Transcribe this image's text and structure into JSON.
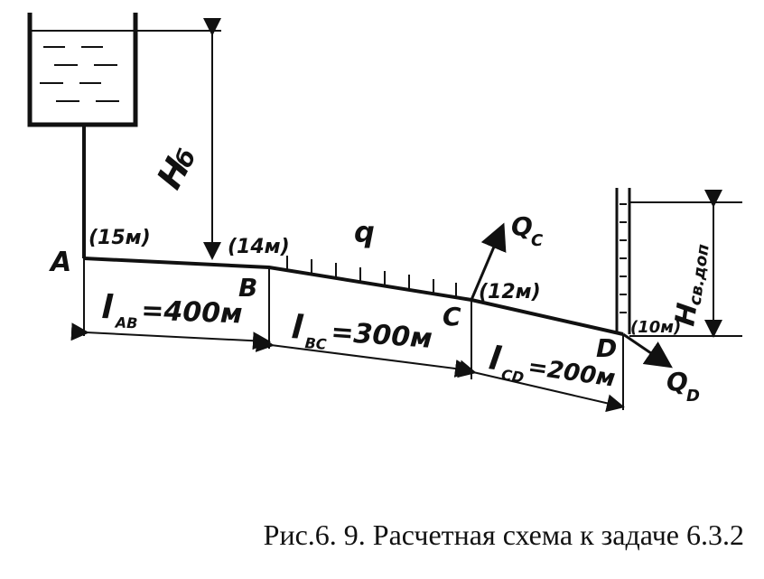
{
  "caption": "Рис.6. 9.   Расчетная схема к задаче 6.3.2",
  "points": {
    "A": {
      "label": "A",
      "elevation": "(15м)"
    },
    "B": {
      "label": "B",
      "elevation": "(14м)"
    },
    "C": {
      "label": "C",
      "elevation": "(12м)"
    },
    "D": {
      "label": "D",
      "elevation": "(10м)"
    }
  },
  "segments": {
    "AB": {
      "label": "l",
      "subscript": "AB",
      "value": "=400м"
    },
    "BC": {
      "label": "l",
      "subscript": "BC",
      "value": "=300м"
    },
    "CD": {
      "label": "l",
      "subscript": "CD",
      "value": "=200м"
    }
  },
  "head_tank": {
    "label": "H",
    "subscript": "б"
  },
  "free_head": {
    "label": "H",
    "subscript": "св.доп"
  },
  "flows": {
    "distributed": "q",
    "QC": {
      "label": "Q",
      "subscript": "C"
    },
    "QD": {
      "label": "Q",
      "subscript": "D"
    }
  },
  "colors": {
    "ink": "#111111",
    "background": "#ffffff"
  }
}
